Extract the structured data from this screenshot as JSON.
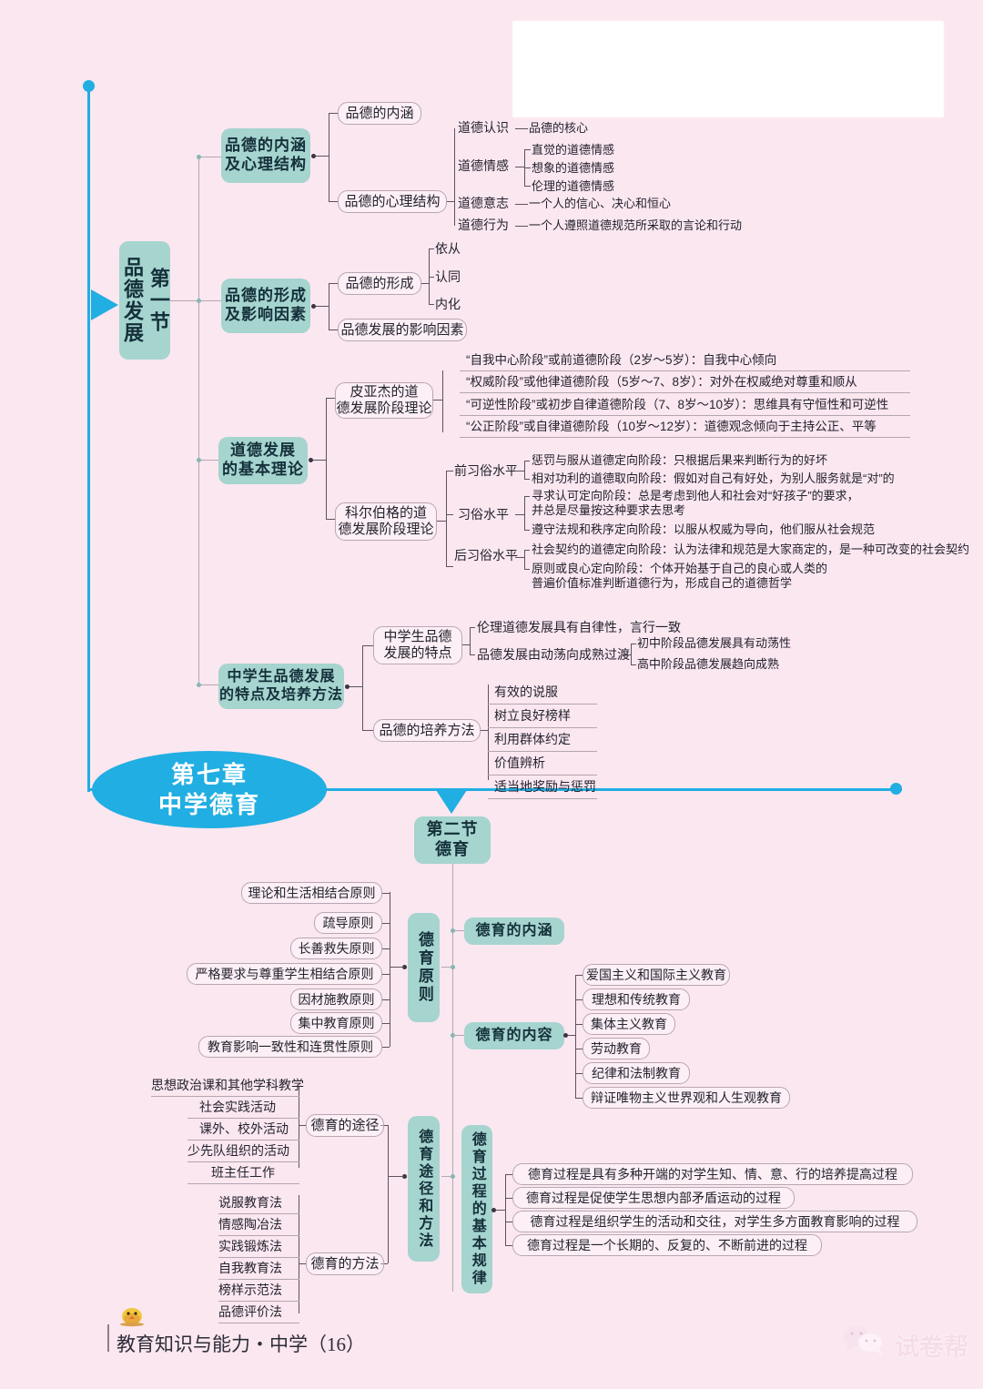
{
  "page": {
    "background_color": "#fbe7f0",
    "accent_blue": "#21aee2",
    "node_teal": "#a6d4cf",
    "footer_label": "教育知识与能力・中学（16）",
    "watermark": "试卷帮"
  },
  "center": {
    "title_line1": "第七章",
    "title_line2": "中学德育"
  },
  "section1": {
    "label_right": "品德发展",
    "label_left": "第一节",
    "branches": [
      {
        "title": "品德的内涵\n及心理结构",
        "title_line1": "品德的内涵",
        "title_line2": "及心理结构",
        "children": [
          {
            "label": "品德的内涵"
          },
          {
            "label": "品德的心理结构",
            "children": [
              {
                "label": "道德认识",
                "detail": "品德的核心"
              },
              {
                "label": "道德情感",
                "items": [
                  "直觉的道德情感",
                  "想象的道德情感",
                  "伦理的道德情感"
                ]
              },
              {
                "label": "道德意志",
                "detail": "一个人的信心、决心和恒心"
              },
              {
                "label": "道德行为",
                "detail": "一个人遵照道德规范所采取的言论和行动"
              }
            ]
          }
        ]
      },
      {
        "title_line1": "品德的形成",
        "title_line2": "及影响因素",
        "children": [
          {
            "label": "品德的形成",
            "items": [
              "依从",
              "认同",
              "内化"
            ]
          },
          {
            "label": "品德发展的影响因素"
          }
        ]
      },
      {
        "title_line1": "道德发展",
        "title_line2": "的基本理论",
        "children": [
          {
            "label_line1": "皮亚杰的道",
            "label_line2": "德发展阶段理论",
            "items": [
              "“自我中心阶段”或前道德阶段（2岁～5岁）：自我中心倾向",
              "“权威阶段”或他律道德阶段（5岁～7、8岁）：对外在权威绝对尊重和顺从",
              "“可逆性阶段”或初步自律道德阶段（7、8岁～10岁）：思维具有守恒性和可逆性",
              "“公正阶段”或自律道德阶段（10岁～12岁）：道德观念倾向于主持公正、平等"
            ]
          },
          {
            "label_line1": "科尔伯格的道",
            "label_line2": "德发展阶段理论",
            "levels": [
              {
                "label": "前习俗水平",
                "items": [
                  "惩罚与服从道德定向阶段：只根据后果来判断行为的好坏",
                  "相对功利的道德取向阶段：假如对自己有好处，为别人服务就是“对”的"
                ]
              },
              {
                "label": "习俗水平",
                "items": [
                  "寻求认可定向阶段：总是考虑到他人和社会对“好孩子”的要求，\n并总是尽量按这种要求去思考",
                  "遵守法规和秩序定向阶段：以服从权威为导向，他们服从社会规范"
                ]
              },
              {
                "label": "后习俗水平",
                "items": [
                  "社会契约的道德定向阶段：认为法律和规范是大家商定的，是一种可改变的社会契约",
                  "原则或良心定向阶段：个体开始基于自己的良心或人类的\n普遍价值标准判断道德行为，形成自己的道德哲学"
                ]
              }
            ]
          }
        ]
      },
      {
        "title_line1": "中学生品德发展",
        "title_line2": "的特点及培养方法",
        "children": [
          {
            "label_line1": "中学生品德",
            "label_line2": "发展的特点",
            "items": [
              {
                "text": "伦理道德发展具有自律性，言行一致"
              },
              {
                "text": "品德发展由动荡向成熟过渡",
                "subitems": [
                  "初中阶段品德发展具有动荡性",
                  "高中阶段品德发展趋向成熟"
                ]
              }
            ]
          },
          {
            "label": "品德的培养方法",
            "items": [
              "有效的说服",
              "树立良好榜样",
              "利用群体约定",
              "价值辨析",
              "适当地奖励与惩罚"
            ]
          }
        ]
      }
    ]
  },
  "section2": {
    "title_line1": "第二节",
    "title_line2": "德育",
    "branches": [
      {
        "label": "德育的内涵"
      },
      {
        "label_vertical": "德育原则",
        "principles": [
          "理论和生活相结合原则",
          "疏导原则",
          "长善救失原则",
          "严格要求与尊重学生相结合原则",
          "因材施教原则",
          "集中教育原则",
          "教育影响一致性和连贯性原则"
        ]
      },
      {
        "label": "德育的内容",
        "items": [
          "爱国主义和国际主义教育",
          "理想和传统教育",
          "集体主义教育",
          "劳动教育",
          "纪律和法制教育",
          "辩证唯物主义世界观和人生观教育"
        ]
      },
      {
        "label_vertical": "德育途径和方法",
        "groups": [
          {
            "label": "德育的途径",
            "items": [
              "思想政治课和其他学科教学",
              "社会实践活动",
              "课外、校外活动",
              "少先队组织的活动",
              "班主任工作"
            ]
          },
          {
            "label": "德育的方法",
            "items": [
              "说服教育法",
              "情感陶冶法",
              "实践锻炼法",
              "自我教育法",
              "榜样示范法",
              "品德评价法"
            ]
          }
        ]
      },
      {
        "label_vertical": "德育过程的基本规律",
        "items": [
          "德育过程是具有多种开端的对学生知、情、意、行的培养提高过程",
          "德育过程是促使学生思想内部矛盾运动的过程",
          "德育过程是组织学生的活动和交往，对学生多方面教育影响的过程",
          "德育过程是一个长期的、反复的、不断前进的过程"
        ]
      }
    ]
  }
}
